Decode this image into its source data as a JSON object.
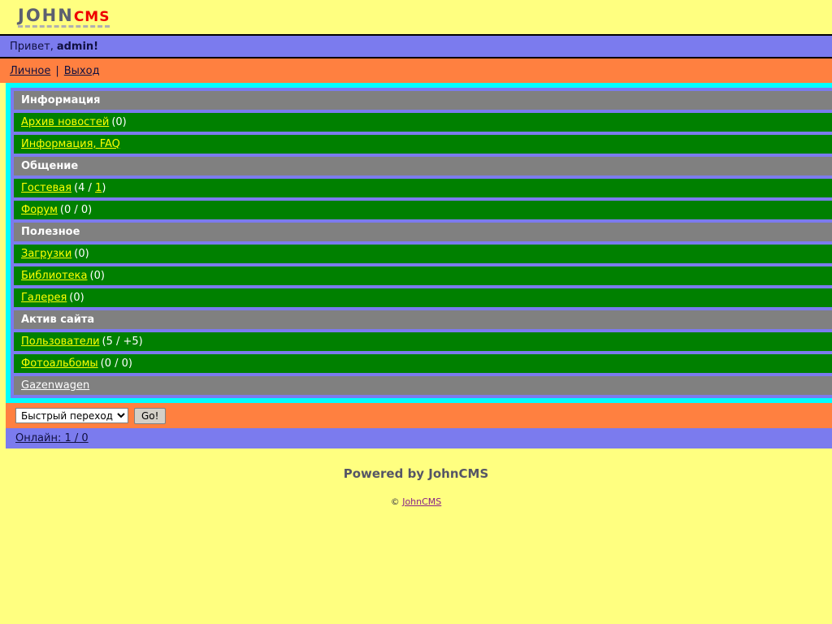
{
  "site": {
    "logo_main": "JOHN",
    "logo_accent": "CMS"
  },
  "greeting": {
    "hello": "Привет,",
    "username": "admin!"
  },
  "top_nav": {
    "personal": "Личное",
    "separator": "|",
    "logout": "Выход"
  },
  "menu": {
    "sections": [
      {
        "title": "Информация",
        "items": [
          {
            "label": "Архив новостей",
            "count": "(0)"
          },
          {
            "label": "Информация, FAQ",
            "count": ""
          }
        ]
      },
      {
        "title": "Общение",
        "items": [
          {
            "label": "Гостевая",
            "count_prefix": "(4 / ",
            "count_link": "1",
            "count_suffix": ")"
          },
          {
            "label": "Форум",
            "count": "(0 / 0)"
          }
        ]
      },
      {
        "title": "Полезное",
        "items": [
          {
            "label": "Загрузки",
            "count": "(0)"
          },
          {
            "label": "Библиотека",
            "count": "(0)"
          },
          {
            "label": "Галерея",
            "count": "(0)"
          }
        ]
      },
      {
        "title": "Актив сайта",
        "items": [
          {
            "label": "Пользователи",
            "count": "(5 / +5)"
          },
          {
            "label": "Фотоальбомы",
            "count": "(0 / 0)"
          }
        ]
      }
    ],
    "extra_link": "Gazenwagen"
  },
  "quick_jump": {
    "selected": "Быстрый переход",
    "go_label": "Go!"
  },
  "online": {
    "label": "Онлайн: 1 / 0"
  },
  "footer": {
    "powered": "Powered by JohnCMS",
    "copyright_symbol": "©",
    "copyright_link": "JohnCMS"
  },
  "colors": {
    "page_bg": "#ffff80",
    "accent_cyan": "#00ffff",
    "accent_purple": "#7b7bee",
    "accent_orange": "#ff8040",
    "section_header": "#808080",
    "row_green": "#008000",
    "link_yellow": "#ffff00",
    "logo_red": "#ee0000"
  }
}
